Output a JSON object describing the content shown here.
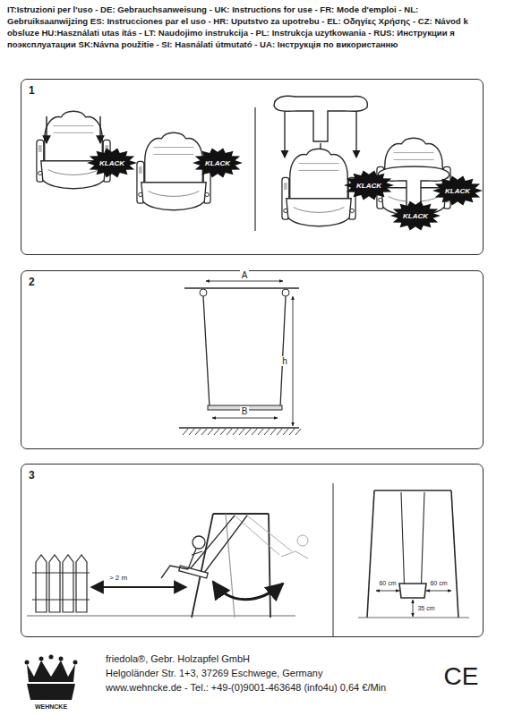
{
  "diagram": {
    "nodes": [
      {
        "text": [
          "1"
        ]
      },
      {
        "text": [
          "KLACK"
        ],
        "in": 0
      },
      {
        "text": [
          "KLACK"
        ],
        "in": 0
      },
      {
        "text": [
          "KLACK"
        ],
        "in": 0
      },
      {
        "text": [
          "KLACK"
        ],
        "in": 0
      },
      {
        "text": [
          "KLACK"
        ],
        "in": 0
      },
      {
        "text": [
          "2"
        ]
      },
      {
        "text": [
          "3"
        ]
      }
    ],
    "edges": [],
    "labels": [
      "IT:Istruzioni per l'uso - DE: Gebrauchsanweisung - UK: Instructions for use - FR: Mode d'emploi - NL: Gebruiksaanwijzing ES: Instrucciones par el uso - HR: Uputstvo za upotrebu - EL: Οδηγίες Χρήσης - CZ: Návod k obsluze HU:Használati utas ítás - LT: Naudojimo instrukcija - PL: Instrukcja uzytkowania - RUS: Инструкции я поэксплуатации SK:Návna použitie - SI: Hasnálati útmutató - UA: Інструкція по використанню",
      "A",
      "h",
      "B",
      "> 2 m",
      "60 cm",
      "60 cm",
      "35 cm",
      "WEHNCKE",
      "friedola®, Gebr. Holzapfel GmbH",
      "Helgoländer Str. 1+3, 37269 Eschwege, Germany",
      "www.wehncke.de - Tel.: +49-(0)9001-463648 (info4u) 0,64 €/Min",
      "CE"
    ]
  }
}
